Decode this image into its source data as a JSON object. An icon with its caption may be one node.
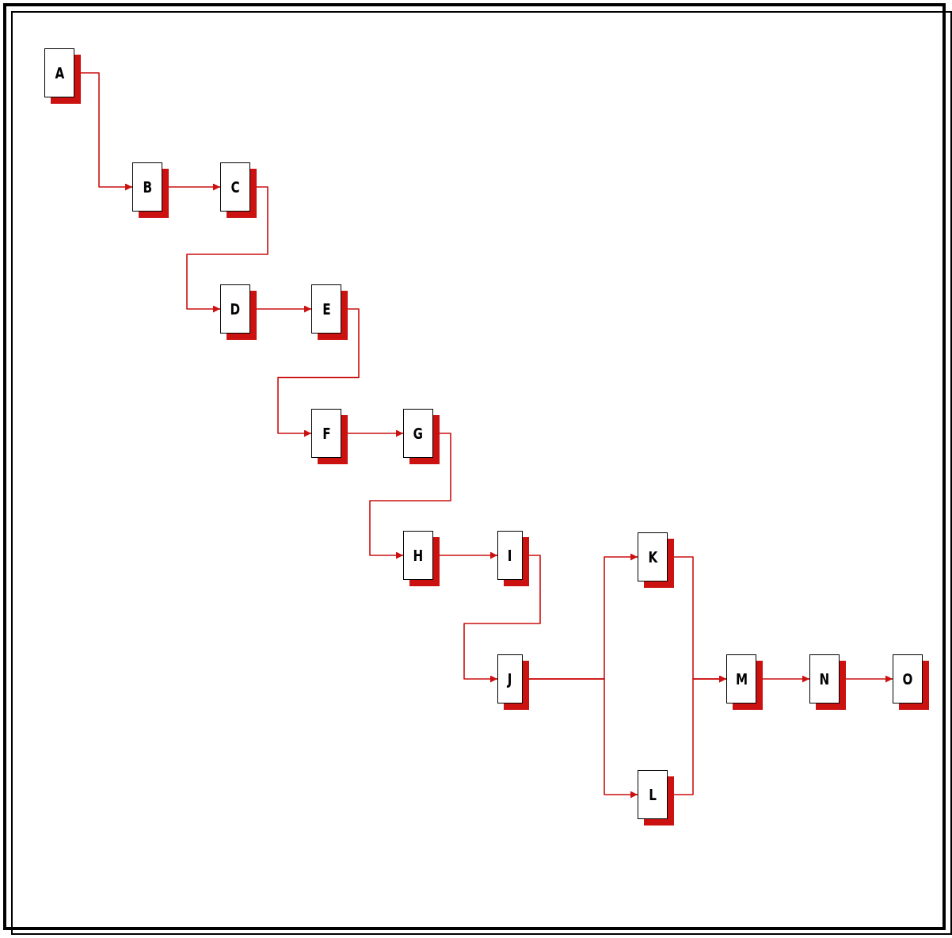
{
  "diagram": {
    "nodes": [
      {
        "text": [
          "A"
        ]
      },
      {
        "text": [
          "B"
        ]
      },
      {
        "text": [
          "C"
        ]
      },
      {
        "text": [
          "D"
        ]
      },
      {
        "text": [
          "E"
        ]
      },
      {
        "text": [
          "F"
        ]
      },
      {
        "text": [
          "G"
        ]
      },
      {
        "text": [
          "H"
        ]
      },
      {
        "text": [
          "I"
        ]
      },
      {
        "text": [
          "J"
        ]
      },
      {
        "text": [
          "K"
        ]
      },
      {
        "text": [
          "L"
        ]
      },
      {
        "text": [
          "M"
        ]
      },
      {
        "text": [
          "N"
        ]
      },
      {
        "text": [
          "O"
        ]
      }
    ],
    "edges": [
      {
        "from": 0,
        "to": 1,
        "arrow": "to"
      },
      {
        "from": 1,
        "to": 2,
        "arrow": "to"
      },
      {
        "from": 2,
        "to": 3,
        "arrow": "to"
      },
      {
        "from": 3,
        "to": 4,
        "arrow": "to"
      },
      {
        "from": 4,
        "to": 5,
        "arrow": "to"
      },
      {
        "from": 5,
        "to": 6,
        "arrow": "to"
      },
      {
        "from": 6,
        "to": 7,
        "arrow": "to"
      },
      {
        "from": 7,
        "to": 8,
        "arrow": "to"
      },
      {
        "from": 8,
        "to": 9,
        "arrow": "to"
      },
      {
        "from": 9,
        "to": 10,
        "arrow": "to"
      },
      {
        "from": 9,
        "to": 11,
        "arrow": "to"
      },
      {
        "from": 10,
        "to": 12,
        "arrow": "to"
      },
      {
        "from": 11,
        "to": 12,
        "arrow": "to"
      },
      {
        "from": 12,
        "to": 13,
        "arrow": "to"
      },
      {
        "from": 13,
        "to": 14,
        "arrow": "to"
      }
    ]
  }
}
